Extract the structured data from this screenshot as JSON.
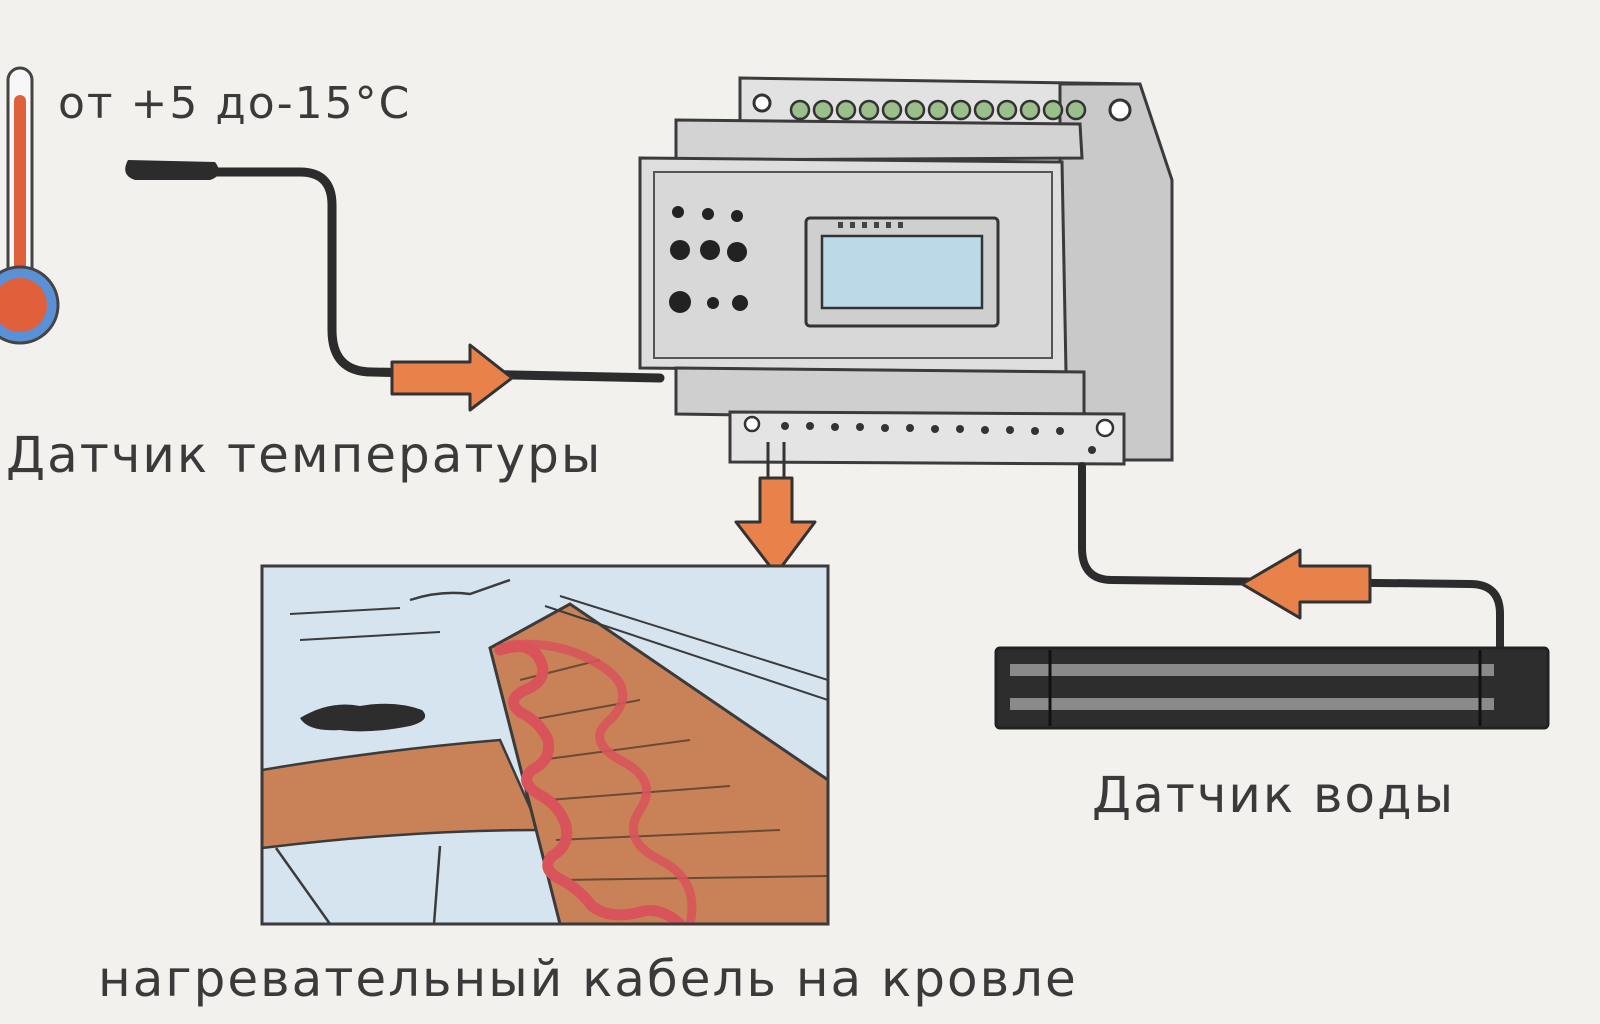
{
  "labels": {
    "temp_range": "от +5 до-15°С",
    "temp_sensor": "Датчик температуры",
    "water_sensor": "Датчик воды",
    "heating_cable": "нагревательный кабель на кровле"
  },
  "colors": {
    "arrow": "#e8824a",
    "arrow_outline": "#333333",
    "cable": "#2c2c2c",
    "controller_body": "#dcdcdc",
    "display": "#bcd9e8",
    "terminal_green": "#9bbf8a",
    "roof_wood": "#c98257",
    "heating_wire": "#d9535a",
    "snow": "#d6e4ef",
    "thermo_red": "#e0603c",
    "thermo_blue": "#5a90d6",
    "water_sensor_body": "#2d2d2d",
    "background": "#f3f1ee"
  }
}
